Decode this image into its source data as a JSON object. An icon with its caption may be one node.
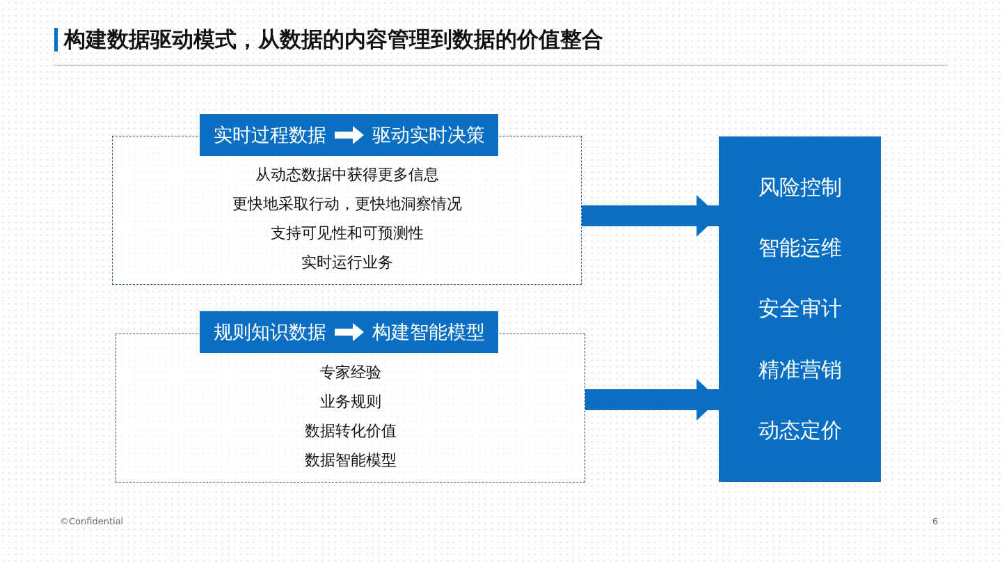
{
  "diagram": {
    "title": "构建数据驱动模式，从数据的内容管理到数据的价值整合",
    "nodes": [
      {
        "text": [
          "从动态数据中获得更多信息",
          "更快地采取行动，更快地洞察情况",
          "支持可见性和可预测性",
          "实时运行业务"
        ]
      },
      {
        "text": [
          "实时过程数据",
          "驱动实时决策"
        ]
      },
      {
        "text": [
          "专家经验",
          "业务规则",
          "数据转化价值",
          "数据智能模型"
        ]
      },
      {
        "text": [
          "规则知识数据",
          "构建智能模型"
        ]
      },
      {
        "text": [
          "风险控制",
          "智能运维",
          "安全审计",
          "精准营销",
          "动态定价"
        ]
      }
    ],
    "edges": [
      {
        "from": 0,
        "to": 4,
        "arrow": "to"
      },
      {
        "from": 2,
        "to": 4,
        "arrow": "to"
      }
    ],
    "labels": [
      "©Confidential",
      "6"
    ]
  }
}
